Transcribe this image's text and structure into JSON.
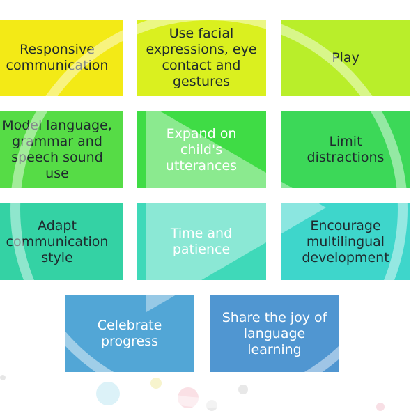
{
  "tiles": [
    {
      "label": "Responsive\ncommunication",
      "color": "#f3ea16"
    },
    {
      "label": "Use facial\nexpressions, eye\ncontact and\ngestures",
      "color": "#daf01f"
    },
    {
      "label": "Play",
      "color": "#b9ee2a"
    },
    {
      "label": "Model language,\ngrammar and\nspeech sound\nuse",
      "color": "#56dc46"
    },
    {
      "label": "Expand on\nchild's\nutterances",
      "color": "#3fdc45"
    },
    {
      "label": "Limit\ndistractions",
      "color": "#3cd858"
    },
    {
      "label": "Adapt\ncommunication\nstyle",
      "color": "#34d2a4"
    },
    {
      "label": "Time and\npatience",
      "color": "#3fd9b9"
    },
    {
      "label": "Encourage\nmultilingual\ndevelopment",
      "color": "#3ed6cb"
    },
    {
      "label": "Celebrate\nprogress",
      "color": "#52a6d6"
    },
    {
      "label": "Share the joy of\nlanguage\nlearning",
      "color": "#5096d1"
    }
  ]
}
